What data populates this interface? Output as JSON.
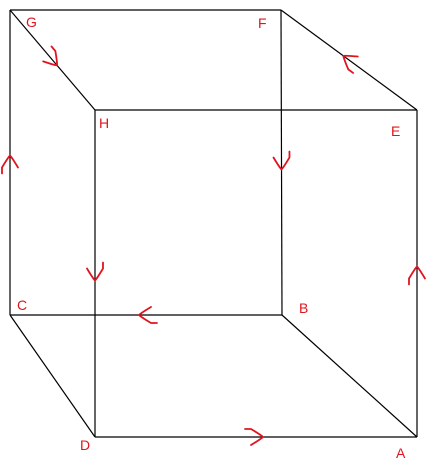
{
  "diagram": {
    "vertex_labels": {
      "G": "G",
      "F": "F",
      "H": "H",
      "E": "E",
      "C": "C",
      "B": "B",
      "D": "D",
      "A": "A"
    },
    "edges": [
      [
        "G",
        "F"
      ],
      [
        "G",
        "C"
      ],
      [
        "G",
        "H"
      ],
      [
        "F",
        "E"
      ],
      [
        "F",
        "B"
      ],
      [
        "C",
        "B"
      ],
      [
        "C",
        "D"
      ],
      [
        "B",
        "A"
      ],
      [
        "H",
        "E"
      ],
      [
        "H",
        "D"
      ],
      [
        "E",
        "A"
      ],
      [
        "D",
        "A"
      ]
    ],
    "directed_path": [
      "G",
      "H",
      "D",
      "A",
      "E",
      "F",
      "B",
      "C",
      "G"
    ],
    "colors": {
      "edge": "#000000",
      "arrow": "#e0141e",
      "label": "#e0141e"
    }
  }
}
